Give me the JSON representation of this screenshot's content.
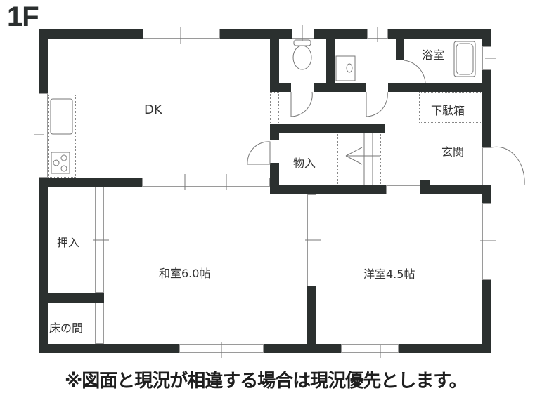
{
  "floor_label": "1F",
  "rooms": {
    "dk": "DK",
    "storage": "物入",
    "bathroom": "浴室",
    "shoe_box": "下駄箱",
    "entrance": "玄関",
    "closet": "押入",
    "tokonoma": "床の間",
    "japanese_room": "和室6.0帖",
    "western_room": "洋室4.5帖"
  },
  "fixtures": [
    "toilet-icon",
    "washbasin-icon",
    "bathtub-icon",
    "kitchen-sink-icon",
    "stove-icon",
    "stairs-arrow-icon"
  ],
  "note": "※図面と現況が相違する場合は現況優先とします。",
  "colors": {
    "wall": "#2b302f",
    "line": "#888888",
    "background": "#ffffff"
  }
}
